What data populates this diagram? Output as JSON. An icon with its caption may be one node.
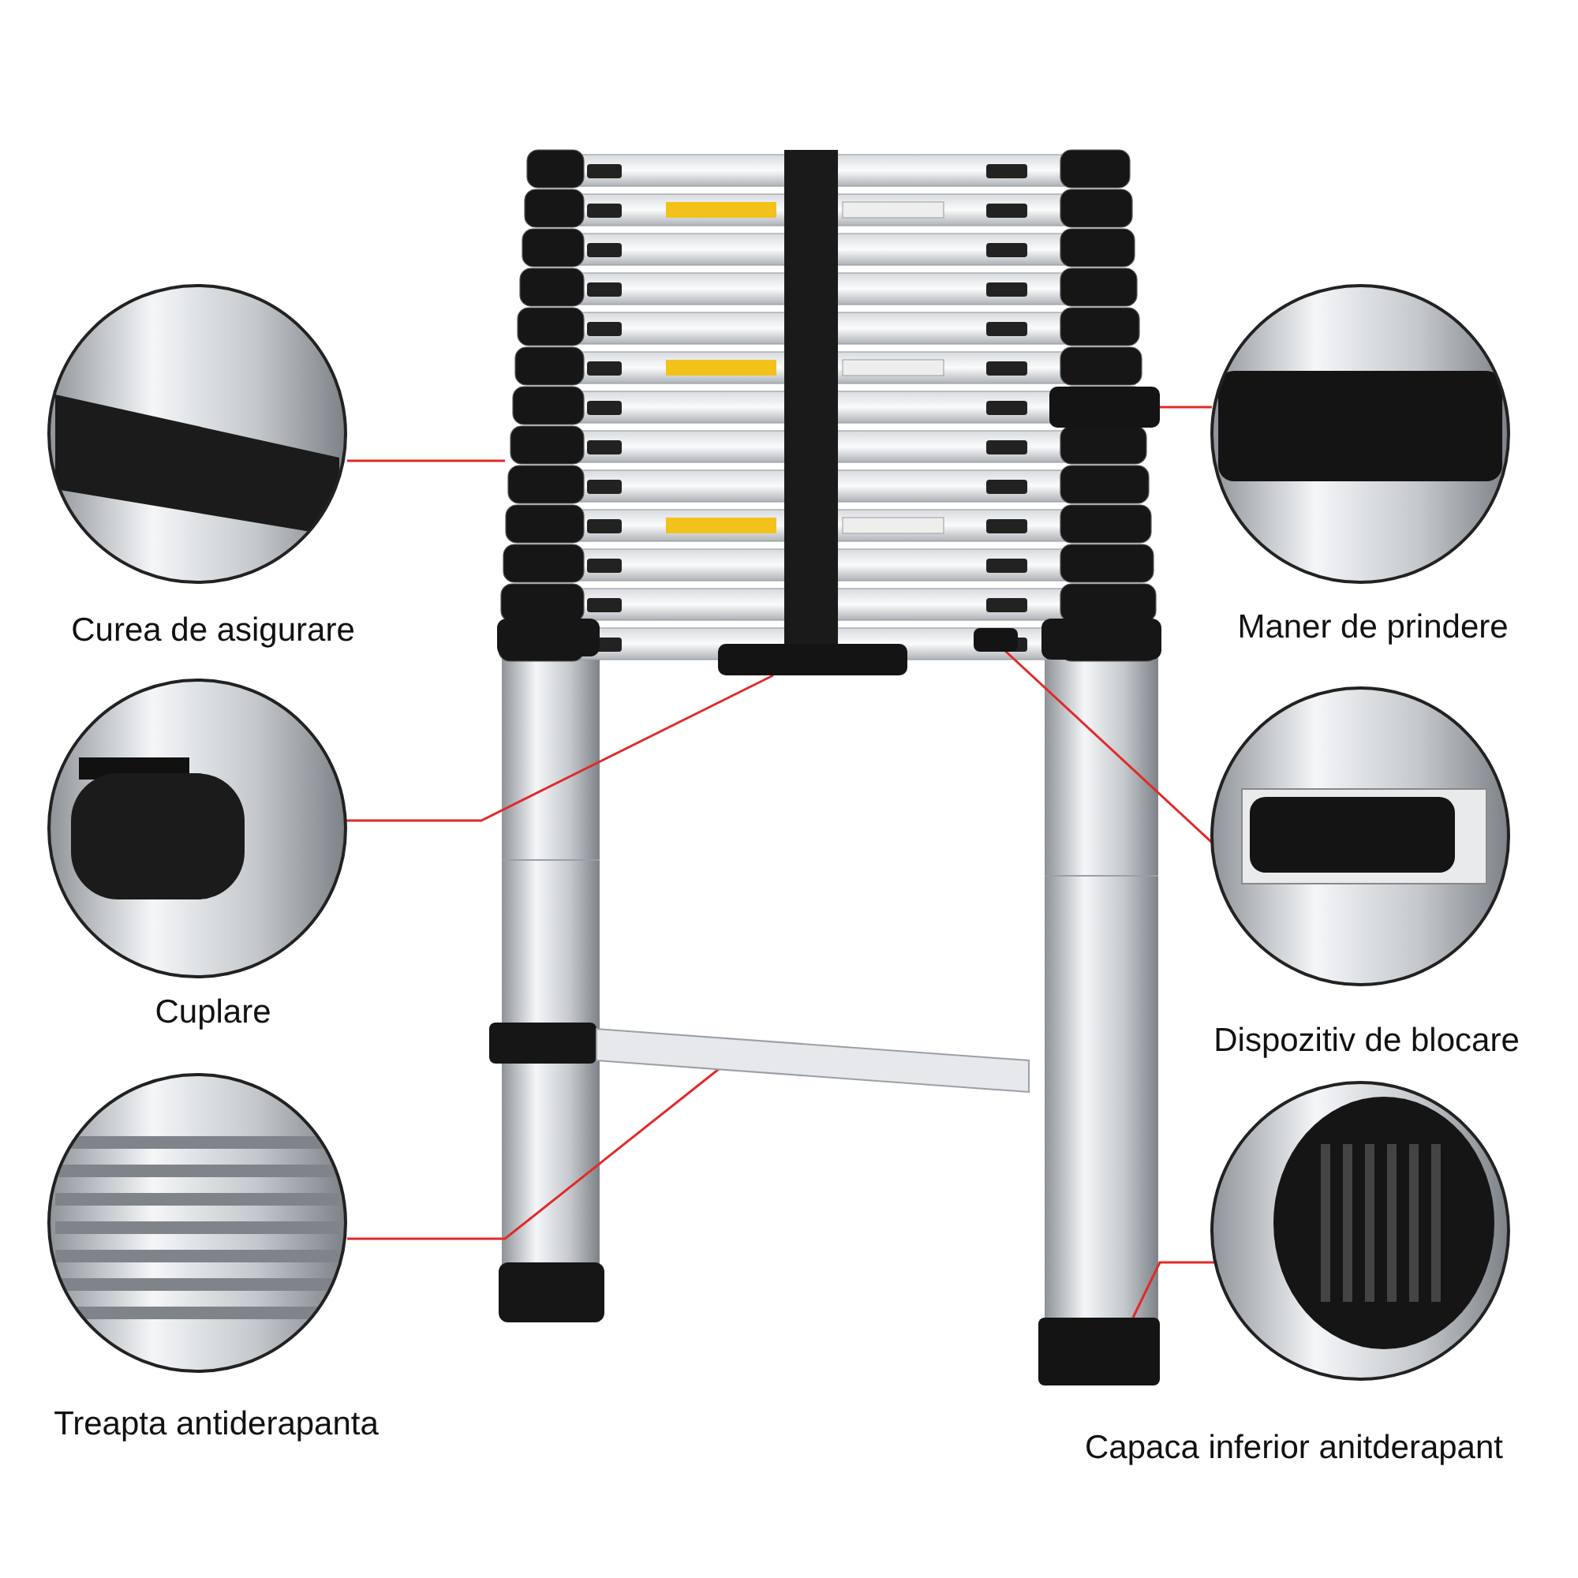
{
  "diagram": {
    "nodes": [
      {
        "text": [
          "Curea de asigurare"
        ]
      },
      {
        "text": [
          "Maner de prindere"
        ]
      },
      {
        "text": [
          "Cuplare"
        ]
      },
      {
        "text": [
          "Dispozitiv de blocare"
        ]
      },
      {
        "text": [
          "Treapta antiderapanta"
        ]
      },
      {
        "text": [
          "Capaca inferior anitderapant"
        ]
      },
      {
        "text": [],
        "shape": "bar"
      },
      {
        "text": [],
        "shape": "bar"
      },
      {
        "text": [],
        "shape": "bar"
      },
      {
        "text": [],
        "shape": "box"
      },
      {
        "text": [],
        "shape": "box"
      }
    ],
    "edges": [
      {
        "from": 0,
        "to": null,
        "arrow": "none"
      },
      {
        "from": 2,
        "to": 6,
        "arrow": "none"
      },
      {
        "from": 4,
        "to": 7,
        "arrow": "none"
      },
      {
        "from": 1,
        "to": 8,
        "arrow": "none"
      },
      {
        "from": 3,
        "to": 9,
        "arrow": "none"
      },
      {
        "from": 5,
        "to": 10,
        "arrow": "none"
      }
    ]
  }
}
